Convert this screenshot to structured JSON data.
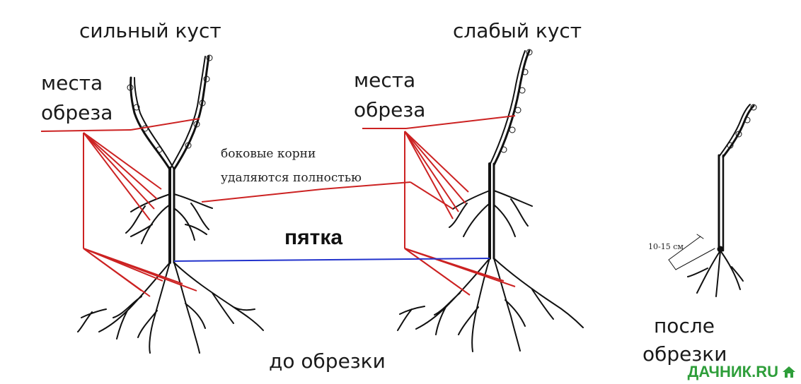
{
  "labels": {
    "strong_bush": "сильный куст",
    "weak_bush": "слабый куст",
    "cut_places_left_line1": "места",
    "cut_places_left_line2": "обреза",
    "cut_places_right_line1": "места",
    "cut_places_right_line2": "обреза",
    "side_roots_line1": "боковые корни",
    "side_roots_line2": "удаляются полностью",
    "heel": "пятка",
    "before_pruning": "до обрезки",
    "after_pruning_line1": "после",
    "after_pruning_line2": "обрезки",
    "distance": "10-15 см"
  },
  "logo": {
    "text": "ДАЧНИК.RU",
    "icon": "house-icon",
    "color": "#2e9e3a"
  },
  "colors": {
    "cut_lines": "#cc2222",
    "heel_line": "#2233cc",
    "plant": "#111111"
  }
}
